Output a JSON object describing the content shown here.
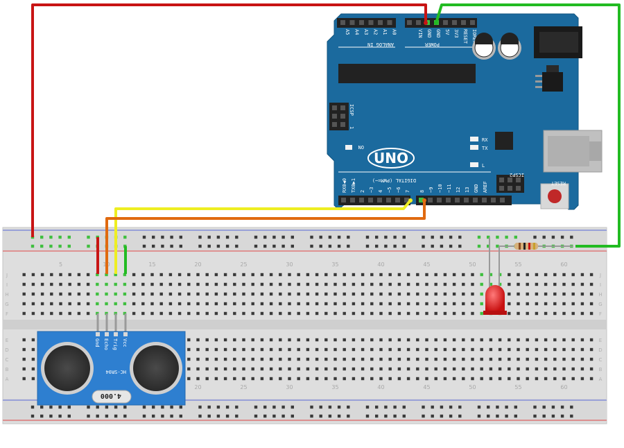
{
  "arduino": {
    "analog_label": "ANALOG IN",
    "power_label": "POWER",
    "analog_pins": [
      "A5",
      "A4",
      "A3",
      "A2",
      "A1",
      "A0"
    ],
    "power_pins": [
      "VIN",
      "GND",
      "GND",
      "5V",
      "3V3",
      "RESET",
      "IOREF"
    ],
    "icsp_label": "ICSP",
    "icsp_mark": "1",
    "icsp2_label": "ICSP2",
    "on_label": "ON",
    "rx_label": "RX",
    "tx_label": "TX",
    "l_label": "L",
    "logo_text": "UNO",
    "digital_label": "DIGITAL (PWM=~)",
    "reset_label": "RESET",
    "digital_pins": [
      "RX0◀0",
      "TX0▶1",
      "2",
      "~3",
      "4",
      "~5",
      "~6",
      "7",
      "8",
      "~9",
      "~10",
      "~11",
      "12",
      "13",
      "GND",
      "AREF"
    ]
  },
  "breadboard": {
    "column_numbers": [
      "5",
      "10",
      "15",
      "20",
      "25",
      "30",
      "35",
      "40",
      "45",
      "50",
      "55",
      "60"
    ],
    "top_row_letters": [
      "J",
      "I",
      "H",
      "G",
      "F"
    ],
    "bottom_row_letters": [
      "E",
      "D",
      "C",
      "B",
      "A"
    ]
  },
  "sensor": {
    "model": "HC-SR04",
    "pins": [
      "Vcc",
      "Trig",
      "Echo",
      "Gnd"
    ],
    "crystal": "4.000"
  },
  "colors": {
    "arduino_board": "#1b6a9e",
    "sensor_board": "#2e7fd0",
    "wire_red": "#c81414",
    "wire_green": "#22bb22",
    "wire_yellow": "#eeee22",
    "wire_orange": "#e06a10",
    "led": "#dd2020",
    "rail_red": "#e04848",
    "rail_blue": "#5a6ad8"
  }
}
